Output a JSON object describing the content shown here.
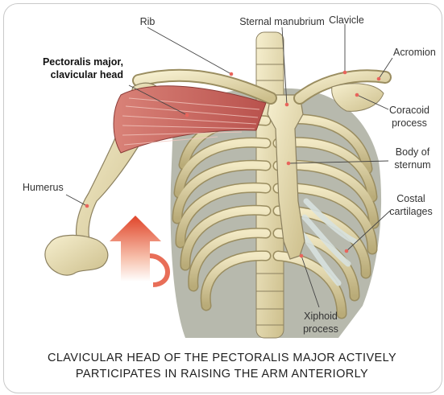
{
  "labels": {
    "rib": "Rib",
    "sternal_manubrium": "Sternal manubrium",
    "clavicle": "Clavicle",
    "acromion": "Acromion",
    "pectoralis_line1": "Pectoralis major,",
    "pectoralis_line2": "clavicular head",
    "coracoid_line1": "Coracoid",
    "coracoid_line2": "process",
    "body_line1": "Body of",
    "body_line2": "sternum",
    "humerus": "Humerus",
    "costal_line1": "Costal",
    "costal_line2": "cartilages",
    "xiphoid_line1": "Xiphoid",
    "xiphoid_line2": "process"
  },
  "caption": {
    "line1": "CLAVICULAR HEAD OF THE PECTORALIS MAJOR ACTIVELY",
    "line2": "PARTICIPATES IN RAISING THE ARM ANTERIORLY"
  },
  "colors": {
    "bone": "#ece2b4",
    "bone_shadow": "#a89c6c",
    "muscle": "#c9615c",
    "muscle_light": "#e4a49a",
    "marker": "#e8645c",
    "arrow": "#e24a2e",
    "leader": "#444444"
  }
}
